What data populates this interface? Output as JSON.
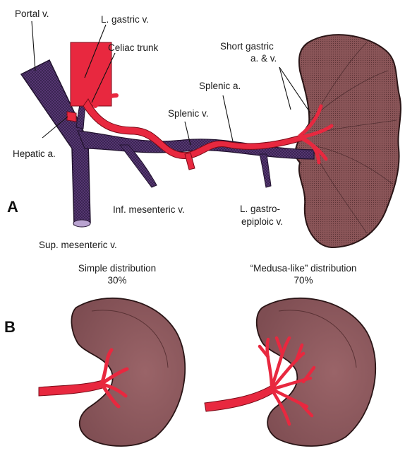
{
  "panel_a": {
    "letter": "A",
    "labels": {
      "portal_v": "Portal v.",
      "l_gastric_v": "L. gastric v.",
      "celiac_trunk": "Celiac trunk",
      "short_gastric_1": "Short gastric",
      "short_gastric_2": "a. & v.",
      "splenic_a": "Splenic a.",
      "splenic_v": "Splenic v.",
      "hepatic_a": "Hepatic a.",
      "inf_mesenteric_v": "Inf. mesenteric v.",
      "l_gastro_1": "L. gastro-",
      "l_gastro_2": "epiploic v.",
      "sup_mesenteric_v": "Sup. mesenteric v."
    }
  },
  "panel_b": {
    "letter": "B",
    "simple": {
      "title": "Simple distribution",
      "percent": "30%"
    },
    "medusa": {
      "title": "“Medusa-like” distribution",
      "percent": "70%"
    }
  },
  "colors": {
    "vein": "#5b3a78",
    "artery": "#e8283f",
    "spleen": "#8e5a5e",
    "spleen_light": "#a87075"
  }
}
